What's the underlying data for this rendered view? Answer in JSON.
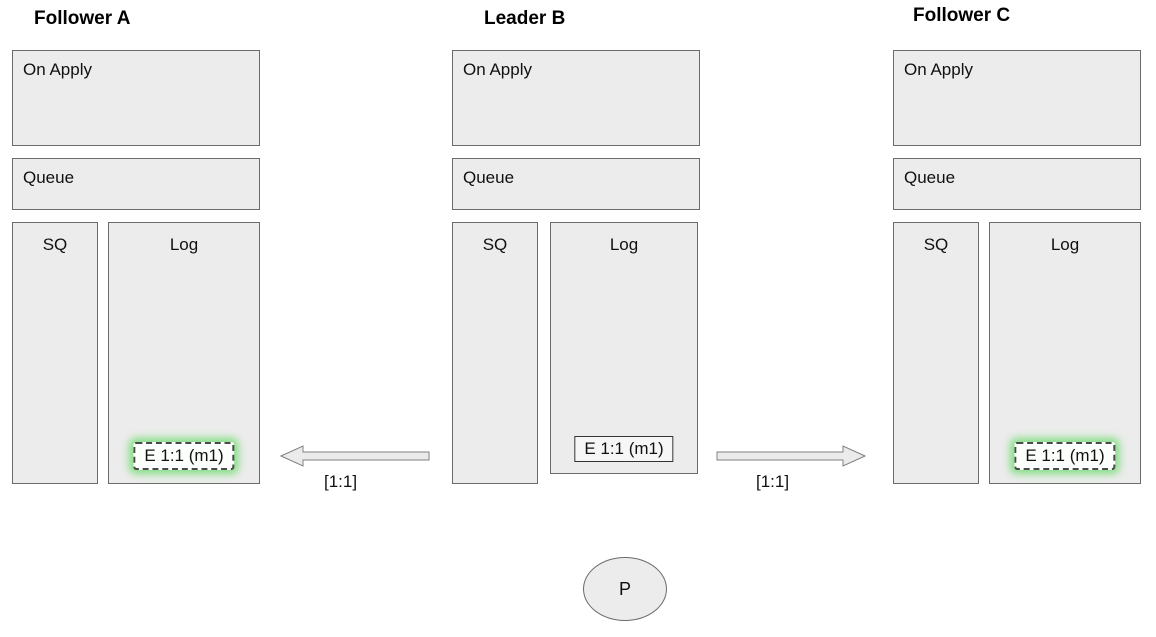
{
  "nodes": [
    {
      "title": "Follower A",
      "on_apply": "On Apply",
      "queue": "Queue",
      "sq": "SQ",
      "log": "Log",
      "entry": "E 1:1 (m1)",
      "entry_style": "replicated-highlight"
    },
    {
      "title": "Leader B",
      "on_apply": "On Apply",
      "queue": "Queue",
      "sq": "SQ",
      "log": "Log",
      "entry": "E 1:1 (m1)",
      "entry_style": "leader"
    },
    {
      "title": "Follower C",
      "on_apply": "On Apply",
      "queue": "Queue",
      "sq": "SQ",
      "log": "Log",
      "entry": "E 1:1 (m1)",
      "entry_style": "replicated-highlight"
    }
  ],
  "arrows": {
    "left_label": "[1:1]",
    "right_label": "[1:1]"
  },
  "proposer": {
    "label": "P"
  },
  "colors": {
    "box_fill": "#ececec",
    "box_border": "#6b6b6b",
    "entry_glow": "#62d962",
    "arrow_fill": "#ebebeb",
    "arrow_border": "#808080"
  }
}
